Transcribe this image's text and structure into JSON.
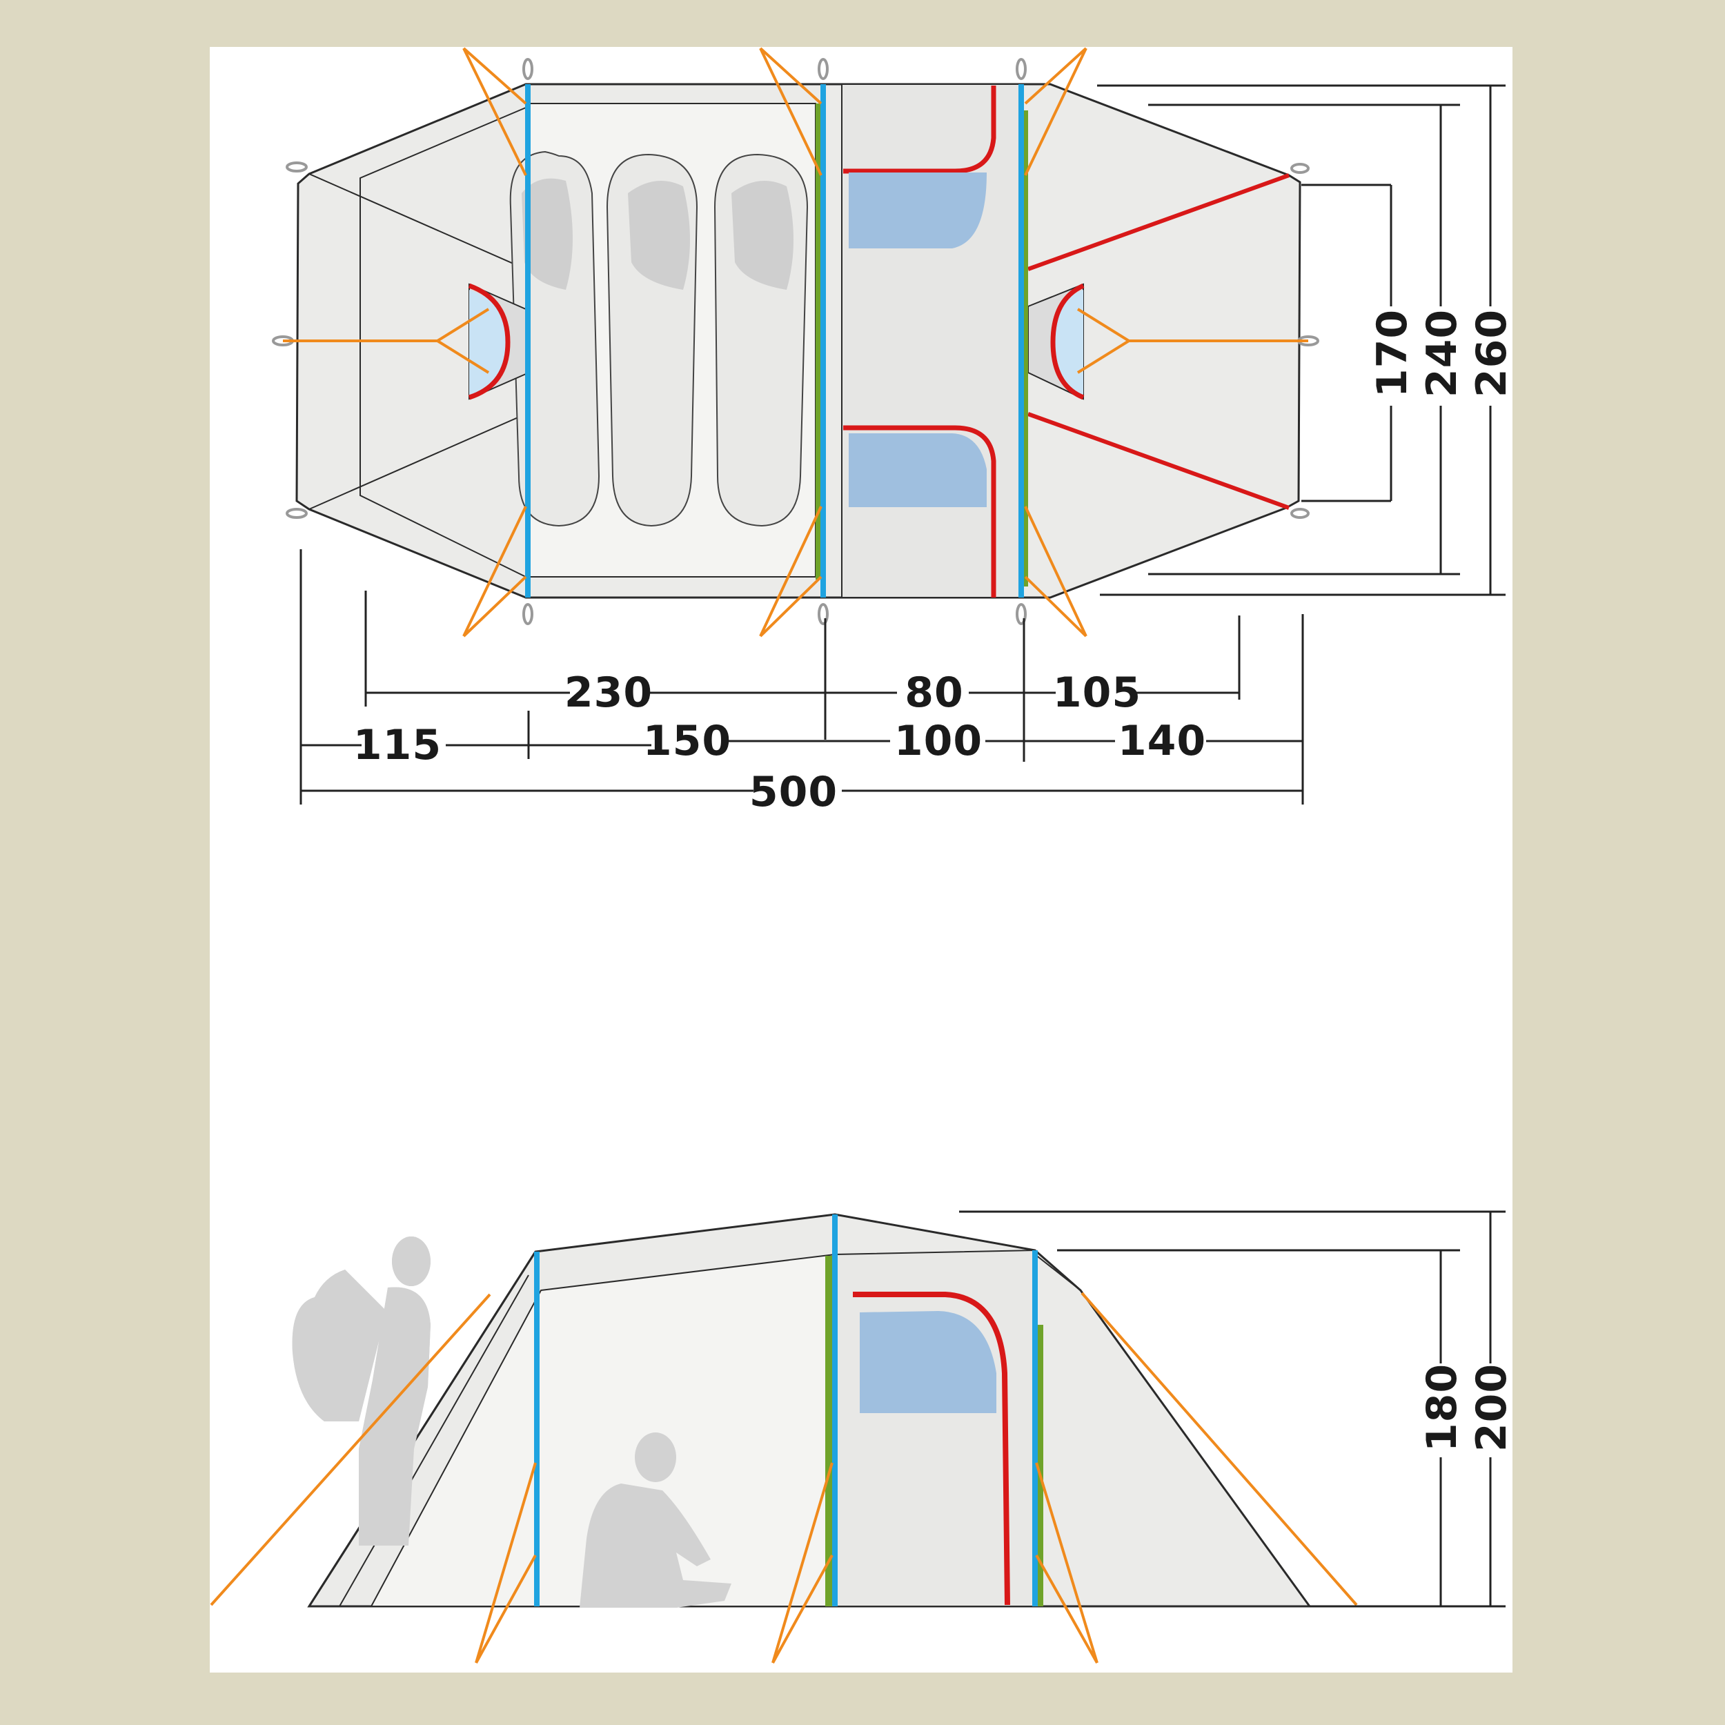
{
  "colors": {
    "background": "#ddd9c2",
    "panel": "#ffffff",
    "tent_fill": "#ebebe9",
    "tent_inner": "#f4f4f2",
    "outline": "#2a2a2a",
    "pole_blue": "#1fa3e0",
    "pole_green": "#6fa32a",
    "zip_red": "#d81818",
    "guy_orange": "#f08a1c",
    "window_blue": "#9fbfdf",
    "silhouette": "#d2d2d2",
    "dimension_line": "#222222"
  },
  "top_view": {
    "lengths": {
      "row1": [
        "230",
        "80",
        "105"
      ],
      "row2": [
        "115",
        "150",
        "100",
        "140"
      ],
      "total": "500"
    },
    "widths": [
      "170",
      "240",
      "260"
    ]
  },
  "side_view": {
    "heights": [
      "180",
      "200"
    ],
    "silhouettes": [
      "standing-person-with-backpack",
      "sitting-person"
    ]
  }
}
